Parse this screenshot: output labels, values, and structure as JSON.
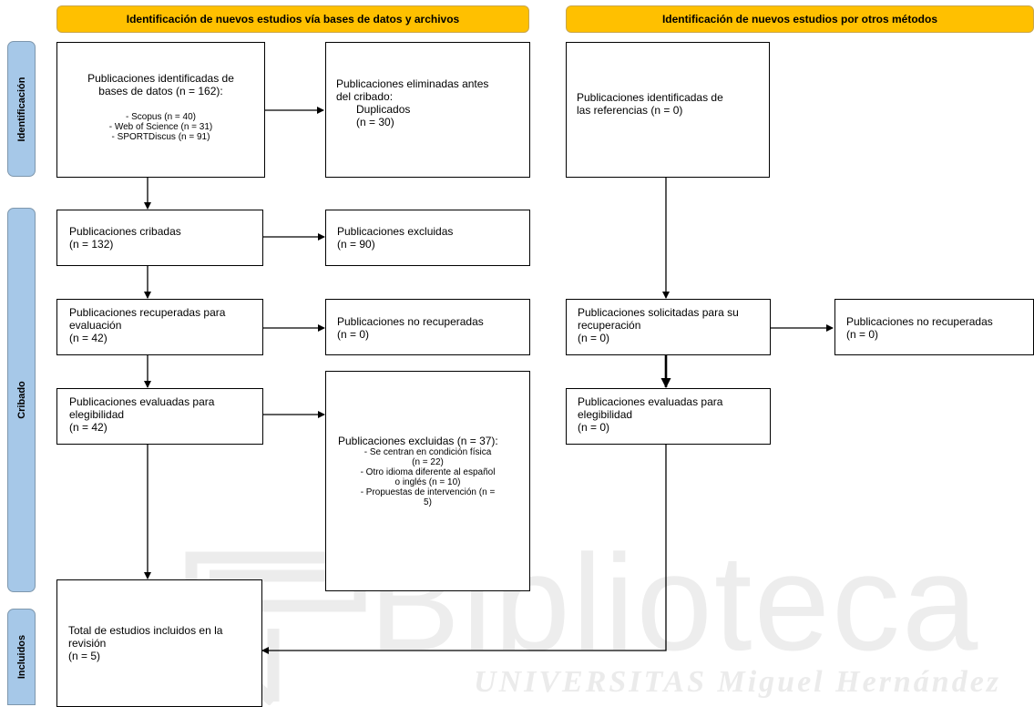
{
  "headers": {
    "left": "Identificación de nuevos estudios vía bases de datos y archivos",
    "right": "Identificación de nuevos estudios por otros métodos"
  },
  "phases": {
    "identificacion": "Identificación",
    "cribado": "Cribado",
    "incluidos": "Incluidos"
  },
  "boxes": {
    "identificados_bd": {
      "line1": "Publicaciones identificadas de",
      "line2": "bases de datos (n = 162):",
      "sources": [
        "- Scopus (n = 40)",
        "- Web of Science (n = 31)",
        "- SPORTDiscus (n = 91)"
      ]
    },
    "eliminados": {
      "line1": "Publicaciones eliminadas antes",
      "line2": "del cribado:",
      "line3": "Duplicados",
      "line4": "(n = 30)"
    },
    "cribadas": {
      "line1": "Publicaciones cribadas",
      "line2": "(n = 132)"
    },
    "excluidas": {
      "line1": "Publicaciones excluidas",
      "line2": "(n = 90)"
    },
    "recuperadas": {
      "line1": "Publicaciones recuperadas para",
      "line2": "evaluación",
      "line3": "(n = 42)"
    },
    "no_recuperadas_left": {
      "line1": "Publicaciones no recuperadas",
      "line2": "(n = 0)"
    },
    "evaluadas_left": {
      "line1": "Publicaciones evaluadas para",
      "line2": "elegibilidad",
      "line3": "(n = 42)"
    },
    "excluidas_37": {
      "title": "Publicaciones excluidas (n = 37):",
      "reasons": [
        "- Se centran en condición física",
        "(n = 22)",
        "- Otro idioma diferente al español",
        "o inglés (n = 10)",
        "- Propuestas de intervención (n =",
        "5)"
      ]
    },
    "incluidos": {
      "line1": "Total de estudios incluidos en la",
      "line2": "revisión",
      "line3": "(n = 5)"
    },
    "referencias": {
      "line1": "Publicaciones identificadas de",
      "line2": "las referencias (n = 0)"
    },
    "solicitadas": {
      "line1": "Publicaciones solicitadas para su",
      "line2": "recuperación",
      "line3": "(n = 0)"
    },
    "no_recuperadas_right": {
      "line1": "Publicaciones no recuperadas",
      "line2": "(n = 0)"
    },
    "evaluadas_right": {
      "line1": "Publicaciones evaluadas para",
      "line2": "elegibilidad",
      "line3": "(n = 0)"
    }
  },
  "watermark": {
    "main": "Biblioteca",
    "sub": "UNIVERSITAS Miguel Hernández"
  }
}
